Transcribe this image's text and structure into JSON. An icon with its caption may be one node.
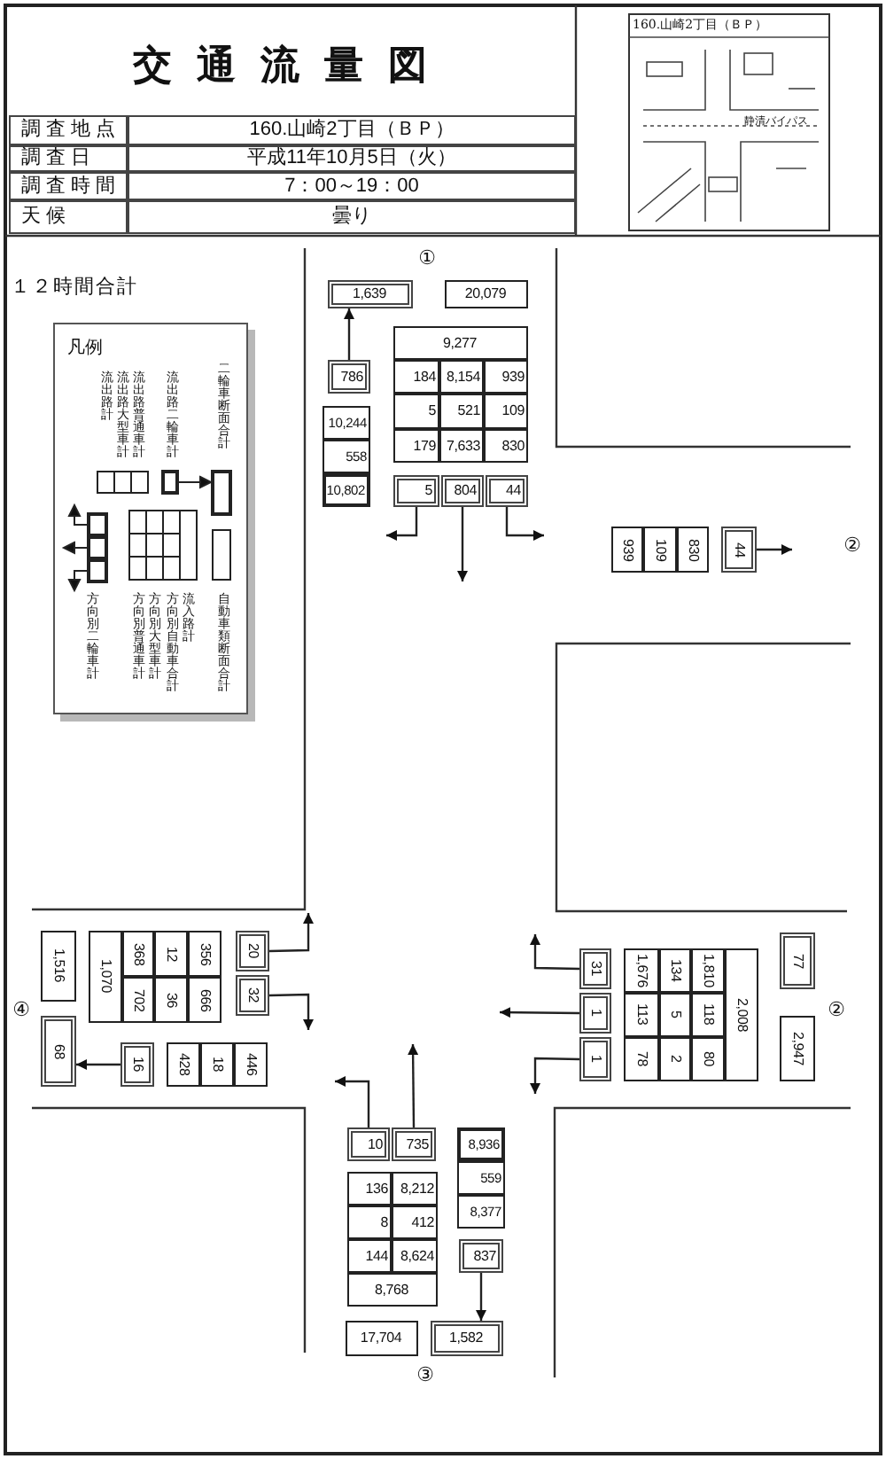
{
  "diagram": {
    "title": "交通流量図",
    "nodes": [
      {
        "text": [
          "1,639"
        ]
      },
      {
        "text": [
          "20,079"
        ]
      },
      {
        "text": [
          "786"
        ]
      },
      {
        "text": [
          "5"
        ]
      },
      {
        "text": [
          "804"
        ]
      },
      {
        "text": [
          "44"
        ]
      },
      {
        "text": [
          "44"
        ]
      },
      {
        "text": [
          "1,516"
        ]
      },
      {
        "text": [
          "68"
        ]
      },
      {
        "text": [
          "20"
        ]
      },
      {
        "text": [
          "32"
        ]
      },
      {
        "text": [
          "16"
        ]
      },
      {
        "text": [
          "31"
        ]
      },
      {
        "text": [
          "1"
        ]
      },
      {
        "text": [
          "1"
        ]
      },
      {
        "text": [
          "77"
        ]
      },
      {
        "text": [
          "2,947"
        ]
      },
      {
        "text": [
          "10"
        ]
      },
      {
        "text": [
          "735"
        ]
      },
      {
        "text": [
          "837"
        ]
      },
      {
        "text": [
          "17,704"
        ]
      },
      {
        "text": [
          "1,582"
        ]
      }
    ],
    "edges": [
      {
        "from": 2,
        "to": 0,
        "arrow": "to"
      },
      {
        "from": 3,
        "to": null,
        "arrow": "to"
      },
      {
        "from": 4,
        "to": null,
        "arrow": "to"
      },
      {
        "from": 5,
        "to": null,
        "arrow": "to"
      },
      {
        "from": 6,
        "to": null,
        "arrow": "to"
      },
      {
        "from": 9,
        "to": null,
        "arrow": "to"
      },
      {
        "from": 10,
        "to": null,
        "arrow": "to"
      },
      {
        "from": 11,
        "to": 8,
        "arrow": "to"
      },
      {
        "from": 12,
        "to": null,
        "arrow": "to"
      },
      {
        "from": 13,
        "to": null,
        "arrow": "to"
      },
      {
        "from": 14,
        "to": null,
        "arrow": "to"
      },
      {
        "from": 17,
        "to": null,
        "arrow": "to"
      },
      {
        "from": 18,
        "to": null,
        "arrow": "to"
      },
      {
        "from": 19,
        "to": 21,
        "arrow": "to"
      }
    ],
    "labels": [
      "調査地点",
      "160.山崎2丁目（ＢＰ）",
      "調査日",
      "平成11年10月5日（火）",
      "調査時間",
      "7：00～19：00",
      "天候",
      "曇り",
      "160.山崎2丁目（ＢＰ）",
      "静清バイパス",
      "１２時間合計",
      "凡例",
      "①",
      "9,277",
      "184",
      "8,154",
      "939",
      "5",
      "521",
      "109",
      "179",
      "7,633",
      "830",
      "10,244",
      "558",
      "10,802",
      "939",
      "109",
      "830",
      "②",
      "1,070",
      "368",
      "12",
      "356",
      "702",
      "36",
      "666",
      "④",
      "428",
      "18",
      "446",
      "1,676",
      "134",
      "1,810",
      "113",
      "5",
      "118",
      "78",
      "2",
      "80",
      "2,008",
      "②",
      "136",
      "8,212",
      "8",
      "412",
      "144",
      "8,624",
      "8,768",
      "8,936",
      "559",
      "8,377",
      "③"
    ],
    "legend": [
      {
        "text": "流出路計"
      },
      {
        "text": "流出路大型車計"
      },
      {
        "text": "流出路普通車計"
      },
      {
        "text": "流出路二輪車計"
      },
      {
        "text": "二輪車断面合計"
      },
      {
        "text": "方向別二輪車計"
      },
      {
        "text": "方向別普通車計"
      },
      {
        "text": "方向別大型車計"
      },
      {
        "text": "方向別自動車合計"
      },
      {
        "text": "流入路計"
      },
      {
        "text": "自動車類断面合計"
      }
    ]
  }
}
